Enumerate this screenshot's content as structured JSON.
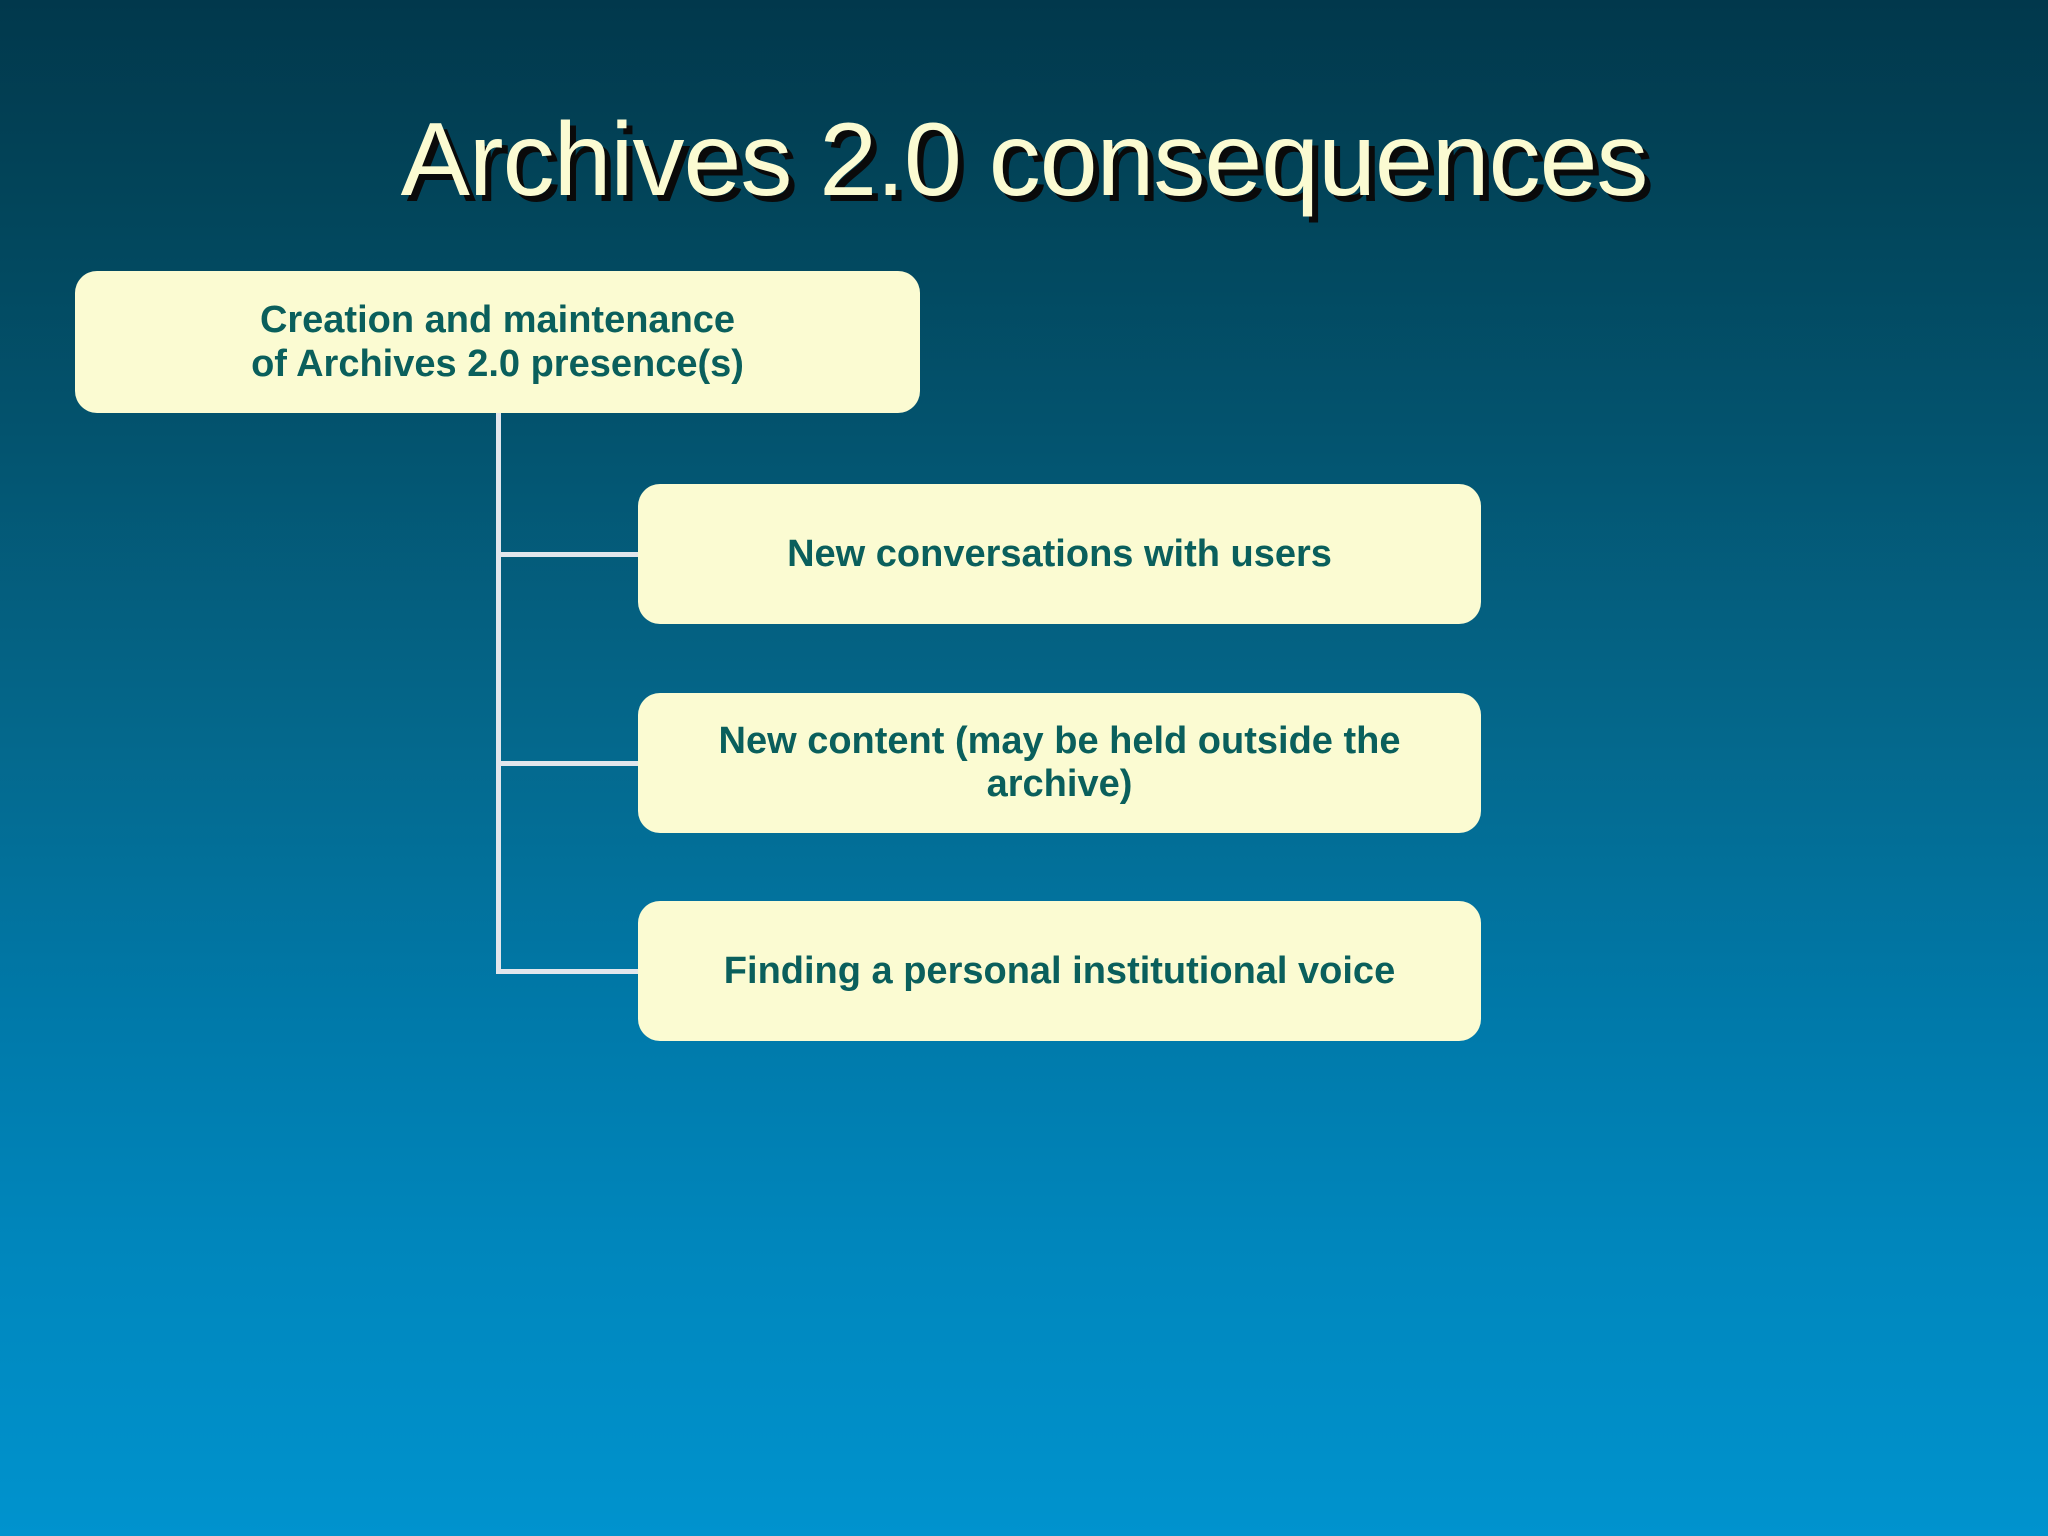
{
  "slide": {
    "title": "Archives 2.0 consequences",
    "background_top_color": "#01384C",
    "background_bottom_color": "#0093CE",
    "title_color": "#FBFBD2",
    "title_shadow_color": "#0A0A0A",
    "node_fill_color": "#FBFBD2",
    "node_text_color": "#0A5F5C",
    "connector_color": "#E2E6EC"
  },
  "diagram": {
    "type": "org-chart",
    "root": {
      "label": "Creation and maintenance\nof Archives 2.0 presence(s)"
    },
    "children": [
      {
        "label": "New conversations with users"
      },
      {
        "label": "New content (may be held outside the archive)"
      },
      {
        "label": "Finding a personal institutional voice"
      }
    ]
  }
}
